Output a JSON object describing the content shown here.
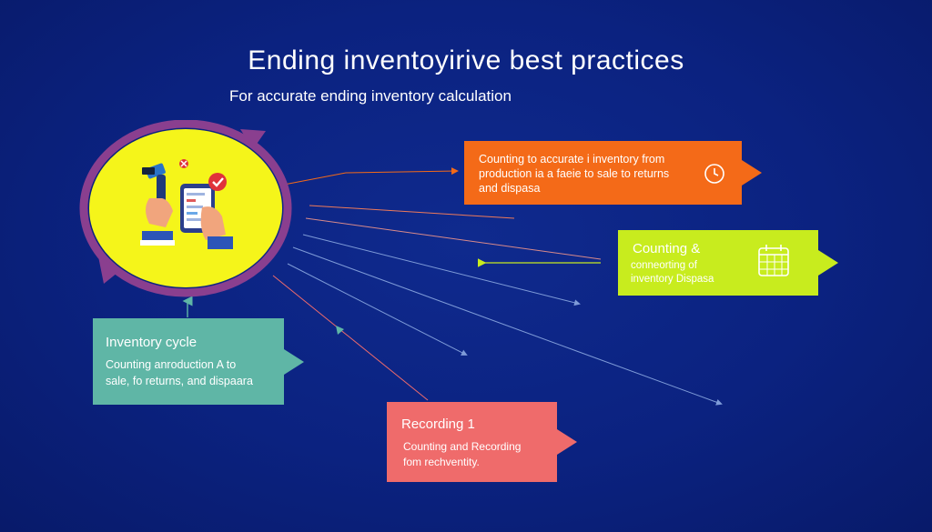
{
  "title": "Ending inventoyirive  best  practices",
  "subtitle": "For accurate ending inventory calculation",
  "cards": {
    "orange": {
      "line1": "Counting to accurate i inventory from",
      "line2": "production ia a faeie to sale to returns",
      "line3": "and dispasa",
      "icon": "clock-icon",
      "color": "#f46a18"
    },
    "lime": {
      "heading": "Counting &",
      "line1": "conneorting of",
      "line2": "inventory Dispasa",
      "icon": "calendar-icon",
      "color": "#c8ec1e"
    },
    "teal": {
      "heading": "Inventory cycle",
      "line1": "Counting anroduction  A to",
      "line2": "sale,  fo returns, and dispaara",
      "color": "#5fb6a6"
    },
    "red": {
      "heading": "Recording 1",
      "line1": "Counting and Recording",
      "line2": "fom rechventity.",
      "color": "#ef6b6b"
    }
  },
  "hub": {
    "icon": "inventory-scanner-checklist-icon",
    "fill": "#f5f51a",
    "ring": "#8a3f8f"
  }
}
